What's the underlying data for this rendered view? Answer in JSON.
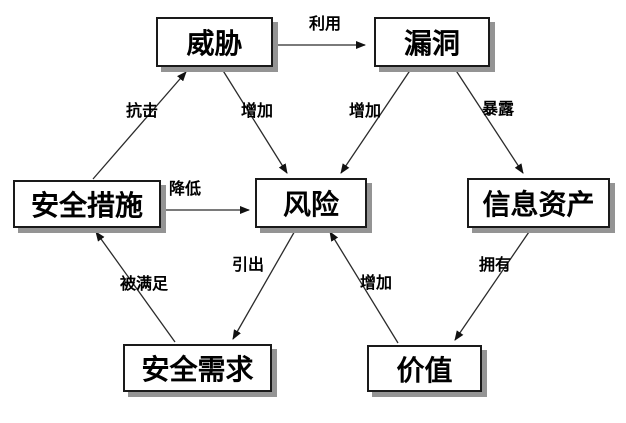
{
  "diagram": {
    "nodes": [
      {
        "id": "threat",
        "label": "威胁"
      },
      {
        "id": "vulnerability",
        "label": "漏洞"
      },
      {
        "id": "security-measures",
        "label": "安全措施"
      },
      {
        "id": "risk",
        "label": "风险"
      },
      {
        "id": "information-assets",
        "label": "信息资产"
      },
      {
        "id": "security-requirements",
        "label": "安全需求"
      },
      {
        "id": "value",
        "label": "价值"
      }
    ],
    "edges": [
      {
        "id": "exploit",
        "label": "利用",
        "from": "威胁",
        "to": "漏洞"
      },
      {
        "id": "resist",
        "label": "抗击",
        "from": "安全措施",
        "to": "威胁"
      },
      {
        "id": "increase-by-threat",
        "label": "增加",
        "from": "威胁",
        "to": "风险"
      },
      {
        "id": "increase-by-vulnerability",
        "label": "增加",
        "from": "漏洞",
        "to": "风险"
      },
      {
        "id": "expose",
        "label": "暴露",
        "from": "漏洞",
        "to": "信息资产"
      },
      {
        "id": "reduce",
        "label": "降低",
        "from": "安全措施",
        "to": "风险"
      },
      {
        "id": "satisfied-by",
        "label": "被满足",
        "from": "安全需求",
        "to": "安全措施"
      },
      {
        "id": "lead-to",
        "label": "引出",
        "from": "风险",
        "to": "安全需求"
      },
      {
        "id": "increase-by-value",
        "label": "增加",
        "from": "价值",
        "to": "风险"
      },
      {
        "id": "own",
        "label": "拥有",
        "from": "信息资产",
        "to": "价值"
      }
    ],
    "colors": {
      "box_background": "#ffffff",
      "box_border": "#1a1a1a",
      "box_shadow": "#949494",
      "line": "#2b2b2b",
      "text": "#000000",
      "page_background": "#ffffff"
    }
  }
}
